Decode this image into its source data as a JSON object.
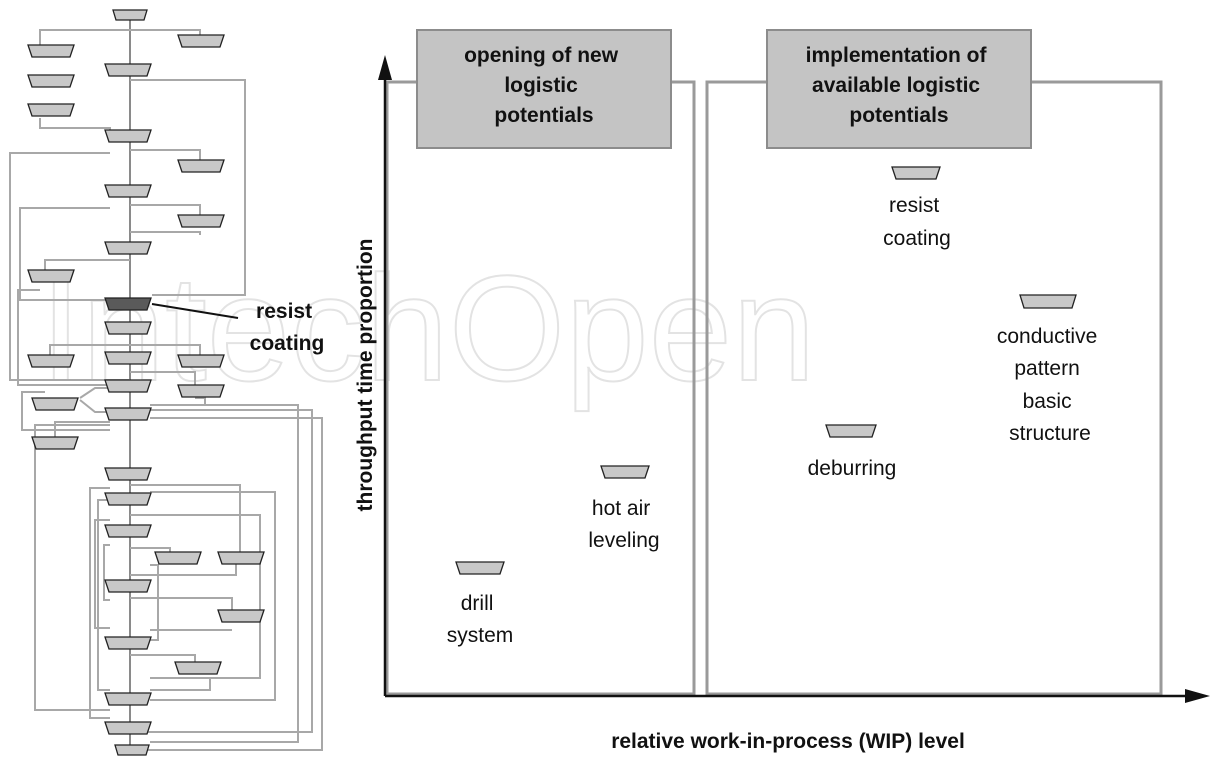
{
  "watermark": "IntechOpen",
  "flowchart": {
    "highlight_label": [
      "resist",
      "coating"
    ],
    "colors": {
      "station": "#c8c8c8",
      "highlight": "#5a5a5a",
      "line": "#a8a8a8"
    }
  },
  "matrix": {
    "left_header": [
      "opening of new",
      "logistic",
      "potentials"
    ],
    "right_header": [
      "implementation of",
      "available logistic",
      "potentials"
    ],
    "y_axis_label": "throughput time proportion",
    "x_axis_label": "relative work-in-process (WIP) level"
  },
  "points": {
    "drill": [
      "drill",
      "system"
    ],
    "hot_air": [
      "hot air",
      "leveling"
    ],
    "resist": [
      "resist",
      "coating"
    ],
    "conductive": [
      "conductive",
      "pattern",
      "basic",
      "structure"
    ],
    "deburring": [
      "deburring"
    ]
  }
}
